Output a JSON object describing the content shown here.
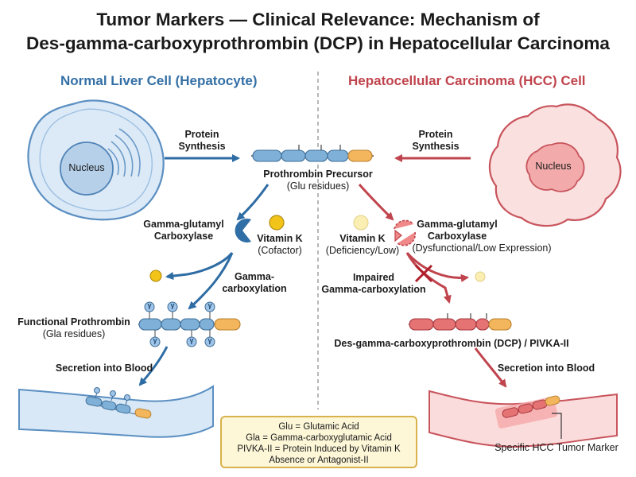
{
  "title": {
    "line1": "Tumor Markers — Clinical Relevance: Mechanism of",
    "line2": "Des-gamma-carboxyprothrombin (DCP) in Hepatocellular Carcinoma"
  },
  "normal": {
    "heading": "Normal Liver Cell (Hepatocyte)",
    "nucleus": "Nucleus",
    "protein_synthesis": [
      "Protein",
      "Synthesis"
    ],
    "enzyme": [
      "Gamma-glutamyl",
      "Carboxylase"
    ],
    "vitamin_k": "Vitamin K",
    "vitamin_k_note": "(Cofactor)",
    "process": [
      "Gamma-",
      "carboxylation"
    ],
    "product": "Functional Prothrombin",
    "product_note": "(Gla residues)",
    "gla_symbol": "γ",
    "secretion": "Secretion into Blood"
  },
  "center": {
    "precursor": "Prothrombin Precursor",
    "precursor_note": "(Glu residues)"
  },
  "hcc": {
    "heading": "Hepatocellular Carcinoma (HCC) Cell",
    "nucleus": "Nucleus",
    "protein_synthesis": [
      "Protein",
      "Synthesis"
    ],
    "enzyme": [
      "Gamma-glutamyl",
      "Carboxylase"
    ],
    "enzyme_note": "(Dysfunctional/Low Expression)",
    "vitamin_k": "Vitamin K",
    "vitamin_k_note": "(Deficiency/Low)",
    "process": [
      "Impaired",
      "Gamma-carboxylation"
    ],
    "product": "Des-gamma-carboxyprothrombin (DCP) / PIVKA-II",
    "secretion": "Secretion into Blood",
    "marker": "Specific HCC Tumor Marker"
  },
  "legend": [
    "Glu = Glutamic Acid",
    "Gla = Gamma-carboxyglutamic Acid",
    "PIVKA-II = Protein Induced by Vitamin K",
    "Absence or Antagonist-II"
  ],
  "colors": {
    "normal_accent": "#3470a6",
    "hcc_accent": "#c0444d",
    "chain_blue": "#7fb0d8",
    "chain_red": "#e57373",
    "chain_orange": "#f4b65c",
    "vitamin_k": "#f2c318",
    "legend_bg": "#fdf7d8",
    "legend_border": "#d8b24a"
  }
}
